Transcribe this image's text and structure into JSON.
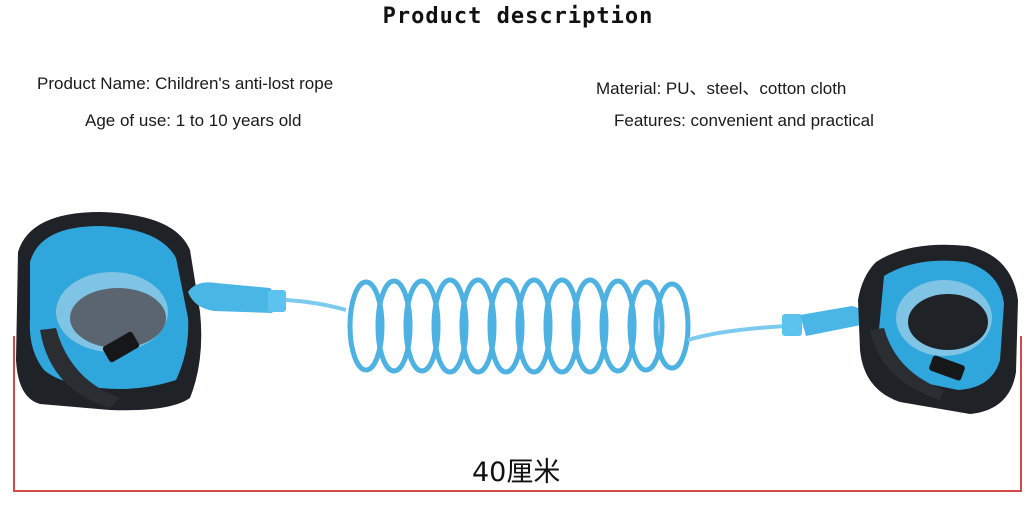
{
  "header": {
    "title": "Product description"
  },
  "specs": {
    "product_name": "Product Name: Children's anti-lost rope",
    "age_of_use": "Age of use: 1 to 10 years old",
    "material": "Material: PU、steel、cotton cloth",
    "features": "Features: convenient and practical"
  },
  "dimension": {
    "label": "40厘米"
  },
  "colors": {
    "strap_blue": "#2fa7dd",
    "strap_black": "#1f2226",
    "coil_blue": "#3aa9de",
    "dimension_red": "#d34a4a"
  }
}
